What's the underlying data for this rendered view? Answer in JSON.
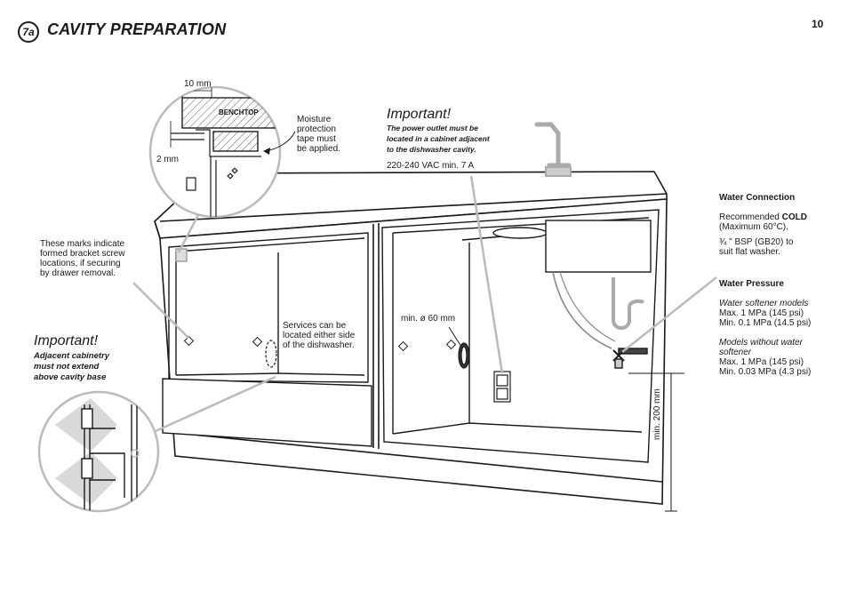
{
  "header": {
    "badge": "7a",
    "title": "CAVITY PREPARATION",
    "page_number": "10"
  },
  "benchtop_detail": {
    "dim_top": "10 mm",
    "dim_side": "2 mm",
    "benchtop_label": "BENCHTOP",
    "moisture_line1": "Moisture",
    "moisture_line2": "protection",
    "moisture_line3": "tape must",
    "moisture_line4": "be applied."
  },
  "marks_note": {
    "line1": "These marks indicate",
    "line2": "formed bracket screw",
    "line3": "locations, if securing",
    "line4": "by drawer removal."
  },
  "important_left": {
    "title": "Important!",
    "line1": "Adjacent cabinetry",
    "line2": "must not extend",
    "line3": "above cavity base"
  },
  "services_note": {
    "line1": "Services can be",
    "line2": "located either side",
    "line3": "of the dishwasher."
  },
  "important_power": {
    "title": "Important!",
    "line1": "The power outlet must be",
    "line2": "located in a cabinet adjacent",
    "line3": "to the dishwasher cavity.",
    "voltage": "220-240 VAC min. 7 A"
  },
  "hole_label": "min. ø 60 mm",
  "height_label": "min. 200 mm",
  "water_connection": {
    "heading": "Water Connection",
    "line1_prefix": "Recommended ",
    "line1_bold": "COLD",
    "line2": "(Maximum 60°C).",
    "line3": "¾ \" BSP (GB20) to",
    "line4": "suit flat washer."
  },
  "water_pressure": {
    "heading": "Water Pressure",
    "softener_title": "Water softener models",
    "softener_max": "Max. 1 MPa (145 psi)",
    "softener_min": "Min.  0.1 MPa (14.5 psi)",
    "nosoftener_title1": "Models without water",
    "nosoftener_title2": "softener",
    "nosoftener_max": "Max. 1 MPa (145 psi)",
    "nosoftener_min": "Min.  0.03 MPa (4.3 psi)"
  }
}
